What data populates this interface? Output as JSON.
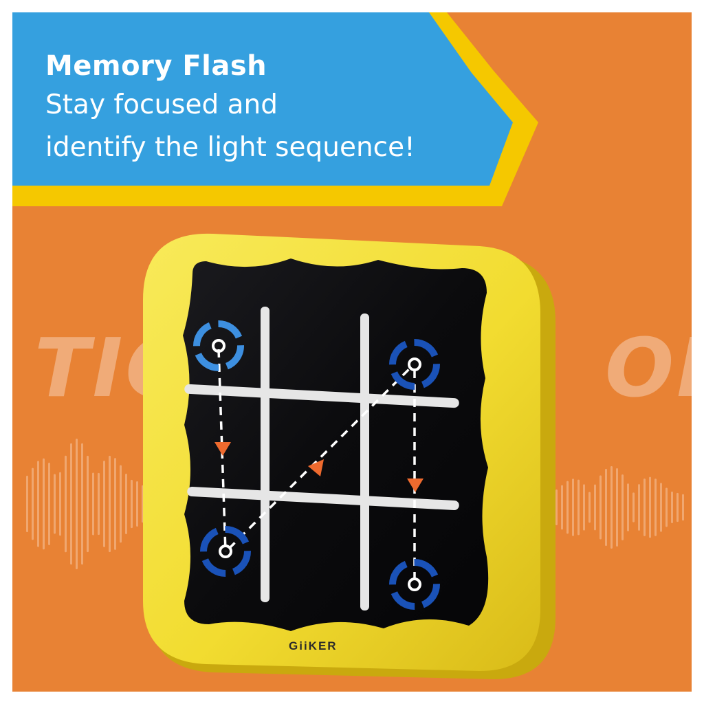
{
  "banner": {
    "title": "Memory Flash",
    "subtitle_line1": "Stay focused and",
    "subtitle_line2": "identify the light sequence!"
  },
  "background": {
    "text_left": "TIC",
    "text_right": "OE"
  },
  "device": {
    "brand": "GiiKER",
    "board": "tic-tac-toe-grid",
    "lit_positions": [
      "top-left",
      "top-right",
      "bottom-left",
      "bottom-right"
    ],
    "sequence_arrows": [
      "arrow-down-left",
      "arrow-diagonal",
      "arrow-down-right"
    ]
  },
  "colors": {
    "background_orange": "#e88234",
    "banner_blue": "#35a0df",
    "banner_yellow": "#f5c800",
    "device_yellow": "#f4e03c",
    "face_black": "#0c0c0f",
    "light_blue": "#3d8fe0",
    "light_dark_blue": "#1a52b8",
    "arrow_orange": "#ee6a2e"
  }
}
